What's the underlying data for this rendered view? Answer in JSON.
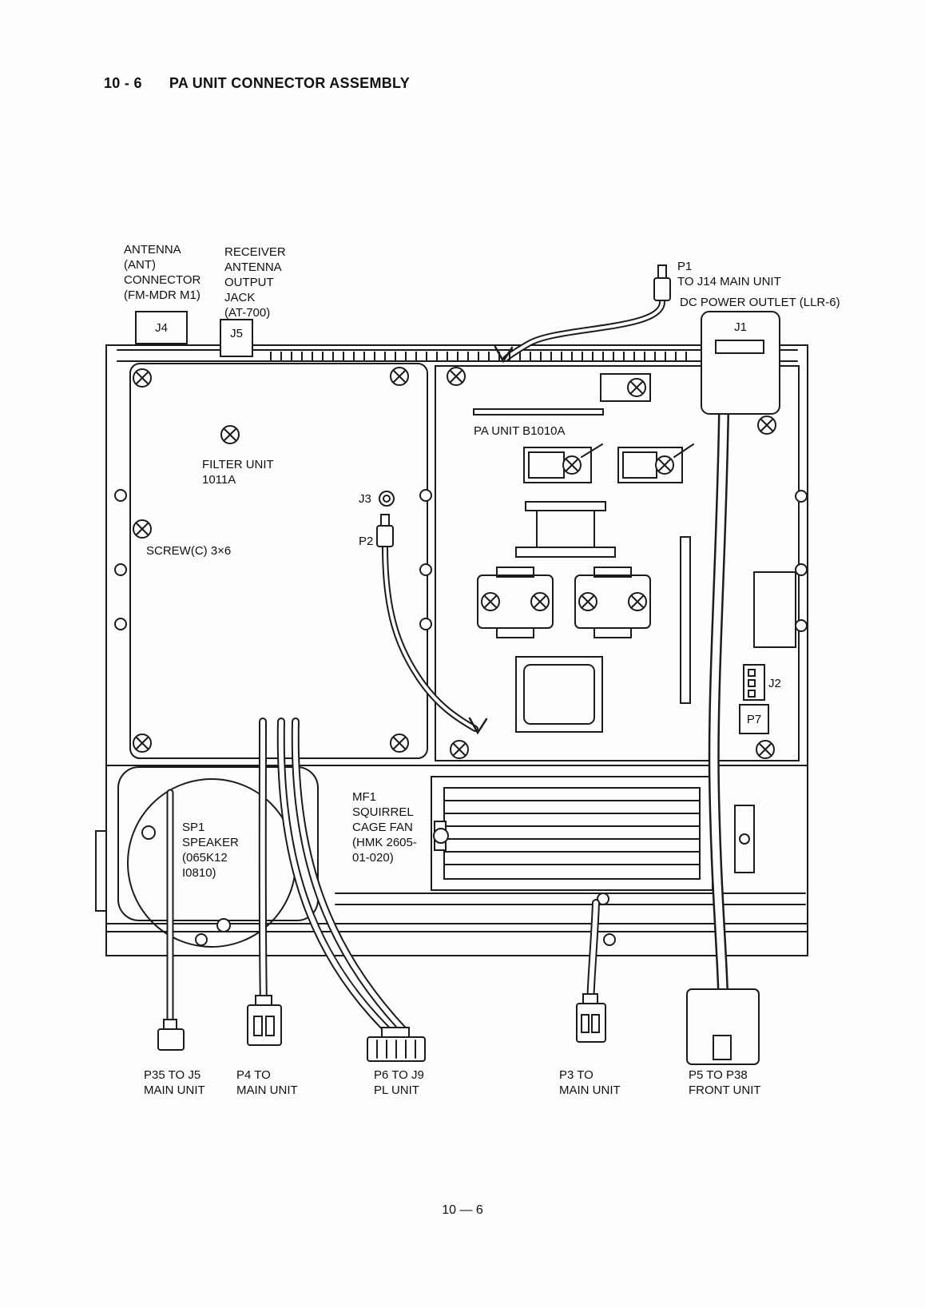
{
  "page": {
    "section_number": "10 - 6",
    "title": "PA UNIT CONNECTOR ASSEMBLY",
    "footer": "10 — 6"
  },
  "labels": {
    "antenna_connector": "ANTENNA\n(ANT)\nCONNECTOR\n(FM-MDR M1)",
    "receiver_antenna_jack": "RECEIVER\nANTENNA\nOUTPUT\nJACK\n(AT-700)",
    "j4": "J4",
    "j5": "J5",
    "p1": "P1\nTO J14 MAIN UNIT",
    "dc_power_outlet": "DC POWER OUTLET (LLR-6)",
    "j1": "J1",
    "pa_unit": "PA UNIT B1010A",
    "filter_unit": "FILTER UNIT\n1011A",
    "j3": "J3",
    "p2": "P2",
    "screw": "SCREW(C) 3×6",
    "j2": "J2",
    "p7": "P7",
    "mf1_fan": "MF1\nSQUIRREL\nCAGE FAN\n(HMK 2605-\n01-020)",
    "sp1_speaker": "SP1\nSPEAKER\n(065K12\nI0810)",
    "p35": "P35 TO J5\nMAIN UNIT",
    "p4": "P4 TO\nMAIN UNIT",
    "p6": "P6 TO J9\nPL UNIT",
    "p3": "P3 TO\nMAIN UNIT",
    "p5": "P5 TO P38\nFRONT UNIT"
  }
}
